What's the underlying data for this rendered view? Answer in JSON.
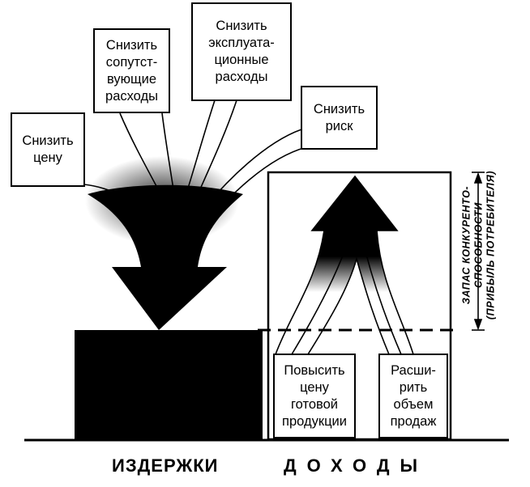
{
  "cost_reductions": [
    {
      "label": "Снизить\nцену"
    },
    {
      "label": "Снизить\nсопутст-\nвующие\nрасходы"
    },
    {
      "label": "Снизить\nэксплуата-\nционные\nрасходы"
    },
    {
      "label": "Снизить\nриск"
    }
  ],
  "revenue_boosts": [
    {
      "label": "Повысить\nцену\nготовой\nпродукции"
    },
    {
      "label": "Расши-\nрить\nобъем\nпродаж"
    }
  ],
  "margin": {
    "line1": "ЗАПАС КОНКУРЕНТО-",
    "line2": "СПОСОБНОСТИ",
    "line3": "(ПРИБЫЛЬ ПОТРЕБИТЕЛЯ)"
  },
  "captions": {
    "costs": "ИЗДЕРЖКИ",
    "revenues": "ДОХОДЫ"
  }
}
